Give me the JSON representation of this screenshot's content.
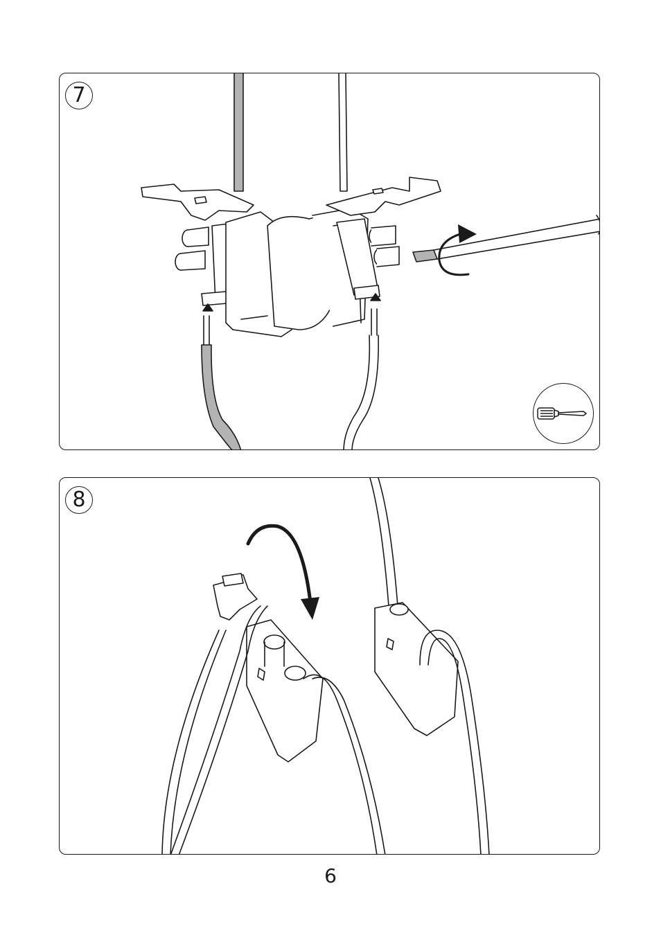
{
  "steps": [
    {
      "number": "7",
      "tool_icon": "screwdriver-icon",
      "rotation_icon": "rotate-clockwise-icon"
    },
    {
      "number": "8",
      "motion_icon": "curved-arrow-down-icon"
    }
  ],
  "page_number": "6",
  "colors": {
    "line": "#1a1a1a",
    "wire_grey": "#b3b3b3",
    "background": "#ffffff"
  }
}
